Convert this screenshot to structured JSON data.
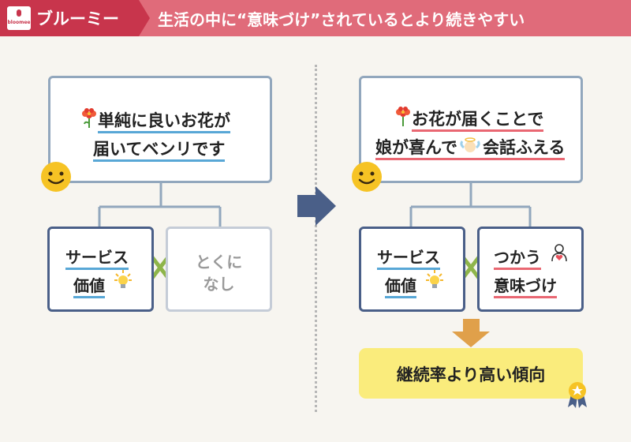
{
  "header": {
    "brand": "ブルーミー",
    "logo_text": "bloomee",
    "title": "生活の中に“意味づけ”されているとより続きやすい",
    "colors": {
      "brand": "#c8354c",
      "title_bg": "#e06b7a"
    }
  },
  "left": {
    "top_line1": "単純に良いお花が",
    "top_line2": "届いてベンリです",
    "service_line1": "サービス",
    "service_line2": "価値",
    "none_line1": "とくに",
    "none_line2": "なし"
  },
  "right": {
    "top_line1": "お花が届くことで",
    "top_line2_a": "娘が喜んで",
    "top_line2_b": "会話ふえる",
    "service_line1": "サービス",
    "service_line2": "価値",
    "meaning_line1": "つかう",
    "meaning_line2": "意味づけ",
    "result": "継続率より高い傾向"
  },
  "icons": [
    "smiley-icon",
    "flower-icon",
    "lightbulb-icon",
    "person-heart-icon",
    "angel-icon",
    "medal-icon",
    "arrow-right-icon",
    "arrow-down-icon",
    "cross-icon"
  ]
}
